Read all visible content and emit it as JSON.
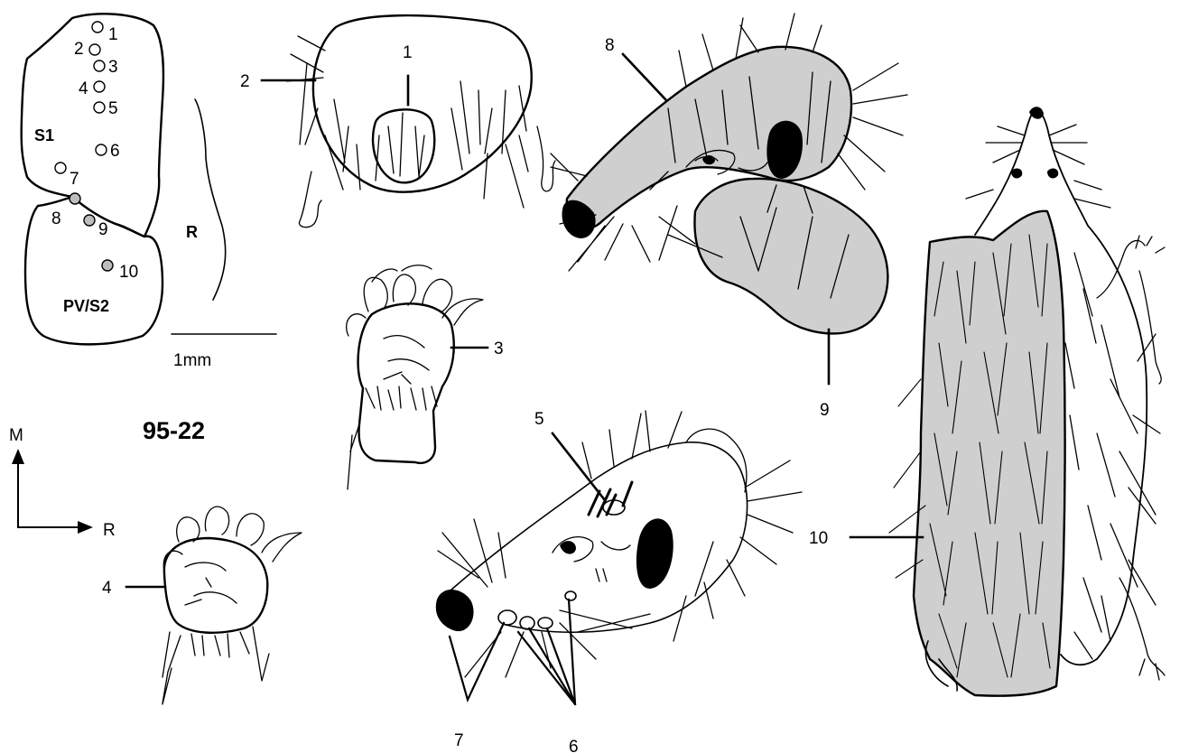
{
  "case_id": "95-22",
  "map": {
    "areas": {
      "s1": "S1",
      "pv_s2": "PV/S2",
      "rostral": "R"
    },
    "scale_bar": "1mm",
    "sites": [
      {
        "n": "1",
        "shaded": false
      },
      {
        "n": "2",
        "shaded": false
      },
      {
        "n": "3",
        "shaded": false
      },
      {
        "n": "4",
        "shaded": false
      },
      {
        "n": "5",
        "shaded": false
      },
      {
        "n": "6",
        "shaded": false
      },
      {
        "n": "7",
        "shaded": false
      },
      {
        "n": "8",
        "shaded": true
      },
      {
        "n": "9",
        "shaded": true
      },
      {
        "n": "10",
        "shaded": true
      }
    ]
  },
  "orientation": {
    "medial": "M",
    "rostral": "R"
  },
  "receptive_field_labels": [
    "1",
    "2",
    "3",
    "4",
    "5",
    "6",
    "7",
    "8",
    "9",
    "10"
  ],
  "colors": {
    "receptive_field_fill": "#cfcfcf",
    "shaded_site": "#bdbdbd",
    "ink": "#000000"
  }
}
